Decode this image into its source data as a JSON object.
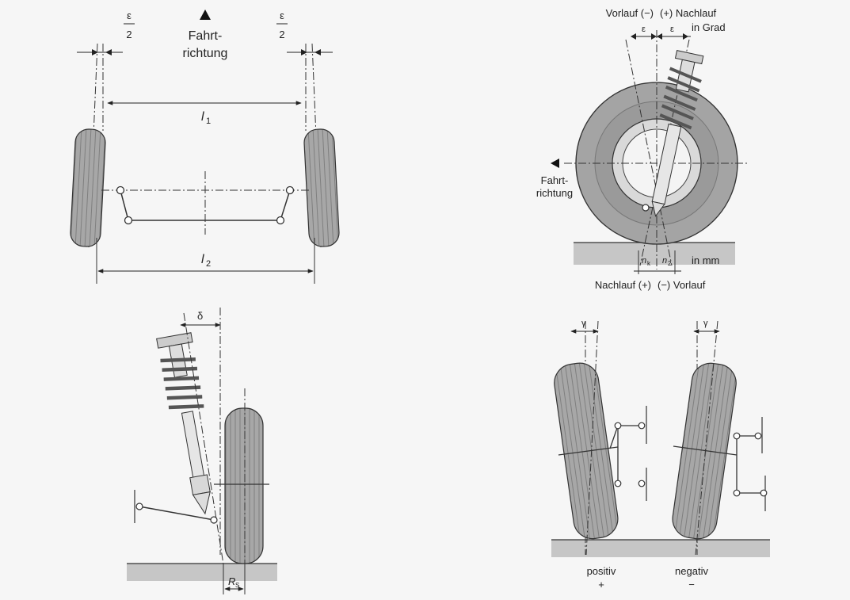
{
  "colors": {
    "background": "#f6f6f6",
    "line": "#333333",
    "tire_fill": "#a7a7a7",
    "tire_dark": "#7c7c7c",
    "ground": "#c6c6c6",
    "spring": "#8e8e8e",
    "disc": "#f4f4f4"
  },
  "panel_toe": {
    "eps_half_left": {
      "num": "ε",
      "den": "2"
    },
    "eps_half_right": {
      "num": "ε",
      "den": "2"
    },
    "direction_line1": "Fahrt-",
    "direction_line2": "richtung",
    "l1_symbol": "l",
    "l1_sub": "1",
    "l2_symbol": "l",
    "l2_sub": "2"
  },
  "panel_caster": {
    "top_label_left": "Vorlauf (−)",
    "top_label_right": "(+) Nachlauf",
    "unit_top": "in Grad",
    "eps_left": "ε",
    "eps_right": "ε",
    "direction_line1": "Fahrt-",
    "direction_line2": "richtung",
    "nk_symbol": "n",
    "nk_sub": "k",
    "n2_symbol": "n",
    "n2_sub": "2",
    "unit_bottom": "in mm",
    "bottom_label_left": "Nachlauf (+)",
    "bottom_label_right": "(−) Vorlauf"
  },
  "panel_kingpin": {
    "delta": "δ",
    "rs_symbol": "R",
    "rs_sub": "S"
  },
  "panel_camber": {
    "gamma_left": "γ",
    "gamma_right": "γ",
    "positive_label": "positiv",
    "positive_sign": "+",
    "negative_label": "negativ",
    "negative_sign": "−"
  }
}
